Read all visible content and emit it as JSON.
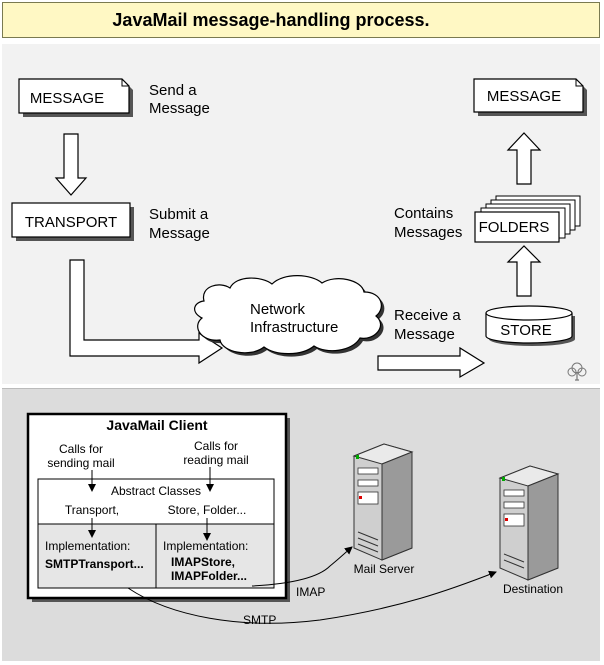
{
  "title": "JavaMail message-handling process.",
  "flow": {
    "message_send": "MESSAGE",
    "send_caption": [
      "Send a",
      "Message"
    ],
    "transport": "TRANSPORT",
    "submit_caption": [
      "Submit a",
      "Message"
    ],
    "network": [
      "Network",
      "Infrastructure"
    ],
    "receive_caption": [
      "Receive a",
      "Message"
    ],
    "store": "STORE",
    "folders": "FOLDERS",
    "contains_caption": [
      "Contains",
      "Messages"
    ],
    "message_receive": "MESSAGE"
  },
  "client": {
    "title": "JavaMail Client",
    "calls_sending": [
      "Calls for",
      "sending mail"
    ],
    "calls_reading": [
      "Calls for",
      "reading mail"
    ],
    "abstract_classes": "Abstract Classes",
    "transport_class": "Transport,",
    "store_class": "Store, Folder...",
    "impl_label_left": "Implementation:",
    "impl_left": "SMTPTransport...",
    "impl_label_right": "Implementation:",
    "impl_right": [
      "IMAPStore,",
      "IMAPFolder..."
    ]
  },
  "servers": {
    "mail_server": "Mail Server",
    "destination": "Destination"
  },
  "protocols": {
    "imap": "IMAP",
    "smtp": "SMTP"
  },
  "colors": {
    "title_bg": "#fff8c4",
    "top_bg": "#f2f2f2",
    "bottom_bg": "#dcdcdc"
  }
}
